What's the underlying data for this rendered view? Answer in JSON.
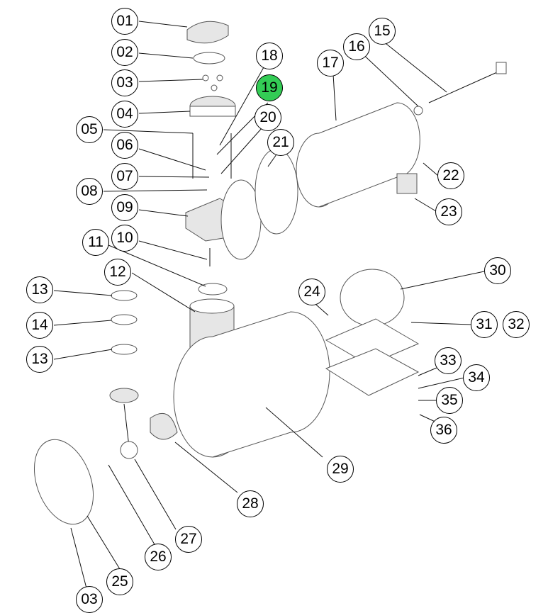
{
  "diagram": {
    "title": "Compressor exploded parts view",
    "highlight_color": "#33cc55",
    "selected_part": "19",
    "callouts": [
      {
        "id": "01",
        "label": "01"
      },
      {
        "id": "02",
        "label": "02"
      },
      {
        "id": "03a",
        "label": "03"
      },
      {
        "id": "04",
        "label": "04"
      },
      {
        "id": "05",
        "label": "05"
      },
      {
        "id": "06",
        "label": "06"
      },
      {
        "id": "07",
        "label": "07"
      },
      {
        "id": "08",
        "label": "08"
      },
      {
        "id": "09",
        "label": "09"
      },
      {
        "id": "10",
        "label": "10"
      },
      {
        "id": "11",
        "label": "11"
      },
      {
        "id": "12",
        "label": "12"
      },
      {
        "id": "13a",
        "label": "13"
      },
      {
        "id": "14",
        "label": "14"
      },
      {
        "id": "13b",
        "label": "13"
      },
      {
        "id": "15",
        "label": "15"
      },
      {
        "id": "16",
        "label": "16"
      },
      {
        "id": "17",
        "label": "17"
      },
      {
        "id": "18",
        "label": "18"
      },
      {
        "id": "19",
        "label": "19",
        "highlighted": true
      },
      {
        "id": "20",
        "label": "20"
      },
      {
        "id": "21",
        "label": "21"
      },
      {
        "id": "22",
        "label": "22"
      },
      {
        "id": "23",
        "label": "23"
      },
      {
        "id": "24",
        "label": "24"
      },
      {
        "id": "25",
        "label": "25"
      },
      {
        "id": "26",
        "label": "26"
      },
      {
        "id": "27",
        "label": "27"
      },
      {
        "id": "28",
        "label": "28"
      },
      {
        "id": "29",
        "label": "29"
      },
      {
        "id": "30",
        "label": "30"
      },
      {
        "id": "31",
        "label": "31"
      },
      {
        "id": "32",
        "label": "32"
      },
      {
        "id": "33",
        "label": "33"
      },
      {
        "id": "34",
        "label": "34"
      },
      {
        "id": "35",
        "label": "35"
      },
      {
        "id": "36",
        "label": "36"
      },
      {
        "id": "03b",
        "label": "03"
      }
    ]
  }
}
